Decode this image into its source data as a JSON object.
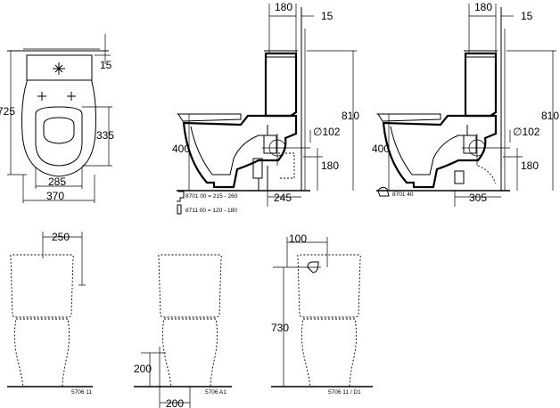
{
  "top_view": {
    "dim_depth": "725",
    "dim_seat_length": "335",
    "dim_fixing_width": "285",
    "dim_width": "370",
    "dim_offset": "15"
  },
  "side_view_1": {
    "dim_tank_depth": "180",
    "dim_wall_gap": "15",
    "dim_total_height": "810",
    "dim_seat_height": "400",
    "dim_outlet_diameter": "∅102",
    "dim_outlet_height": "180",
    "dim_outlet_wall": "245",
    "fitting_a": "8701 00 = 215 - 260",
    "fitting_b": "8711 00 = 120 - 180"
  },
  "side_view_2": {
    "dim_tank_depth": "180",
    "dim_wall_gap": "15",
    "dim_total_height": "810",
    "dim_seat_height": "400",
    "dim_outlet_diameter": "∅102",
    "dim_outlet_height": "180",
    "dim_outlet_wall": "305",
    "fitting": "8701 40"
  },
  "front_view_1": {
    "dim_inlet_offset": "250",
    "model": "5706 11"
  },
  "front_view_2": {
    "dim_inlet_height": "200",
    "dim_inlet_offset": "200",
    "model": "5706 A1"
  },
  "front_view_3": {
    "dim_inlet_offset": "100",
    "dim_inlet_height": "730",
    "model": "5706 11 / D1"
  }
}
